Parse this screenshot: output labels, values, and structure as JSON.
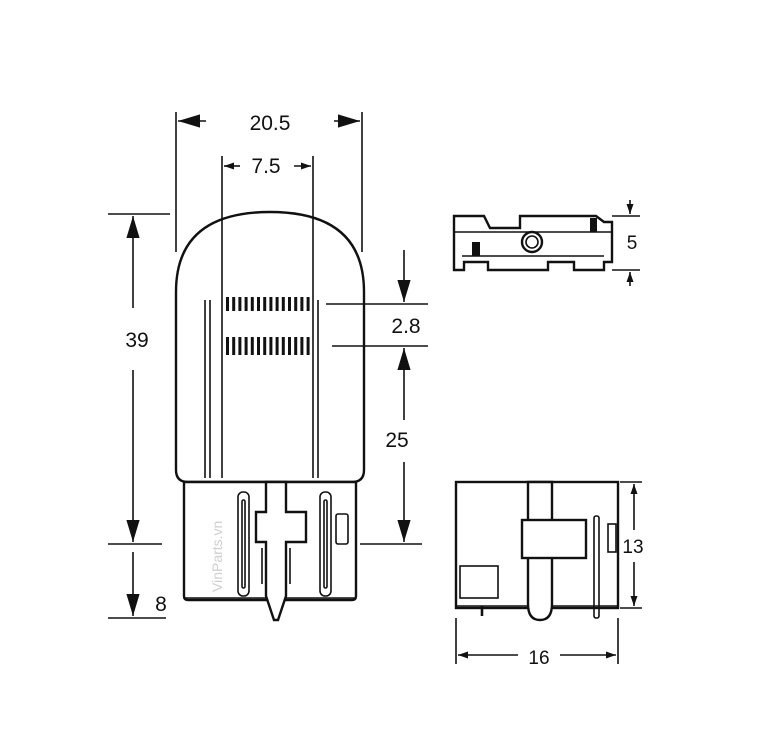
{
  "dimensions": {
    "overall_width": "20.5",
    "filament_width": "7.5",
    "bulb_height": "39",
    "base_height": "8",
    "filament_gap": "2.8",
    "filament_to_base": "25",
    "top_view_thickness": "5",
    "side_view_height": "13",
    "side_view_width": "16"
  },
  "watermark": "VinParts.vn"
}
